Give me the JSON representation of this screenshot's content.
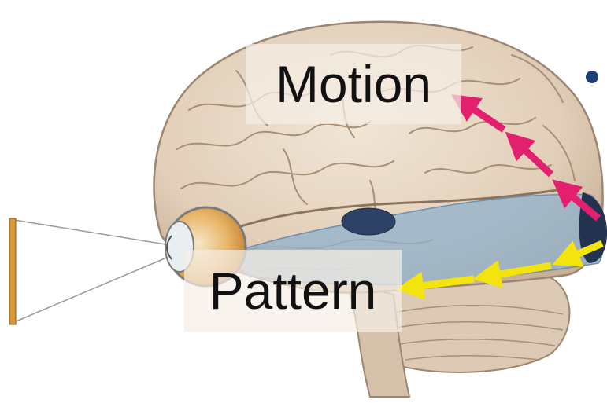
{
  "labels": {
    "motion": "Motion",
    "pattern": "Pattern"
  },
  "colors": {
    "background": "#ffffff",
    "brain": "#e8d8c6",
    "ventral_region": "#8fb0cc",
    "motion_arrow": "#e3206e",
    "pattern_arrow": "#f2e40c",
    "bullet": "#1f3f78",
    "lens_outline": "#7a7a7a",
    "object_bar": "#d89a30"
  },
  "icons": {
    "bullet": "bullet-dot"
  }
}
